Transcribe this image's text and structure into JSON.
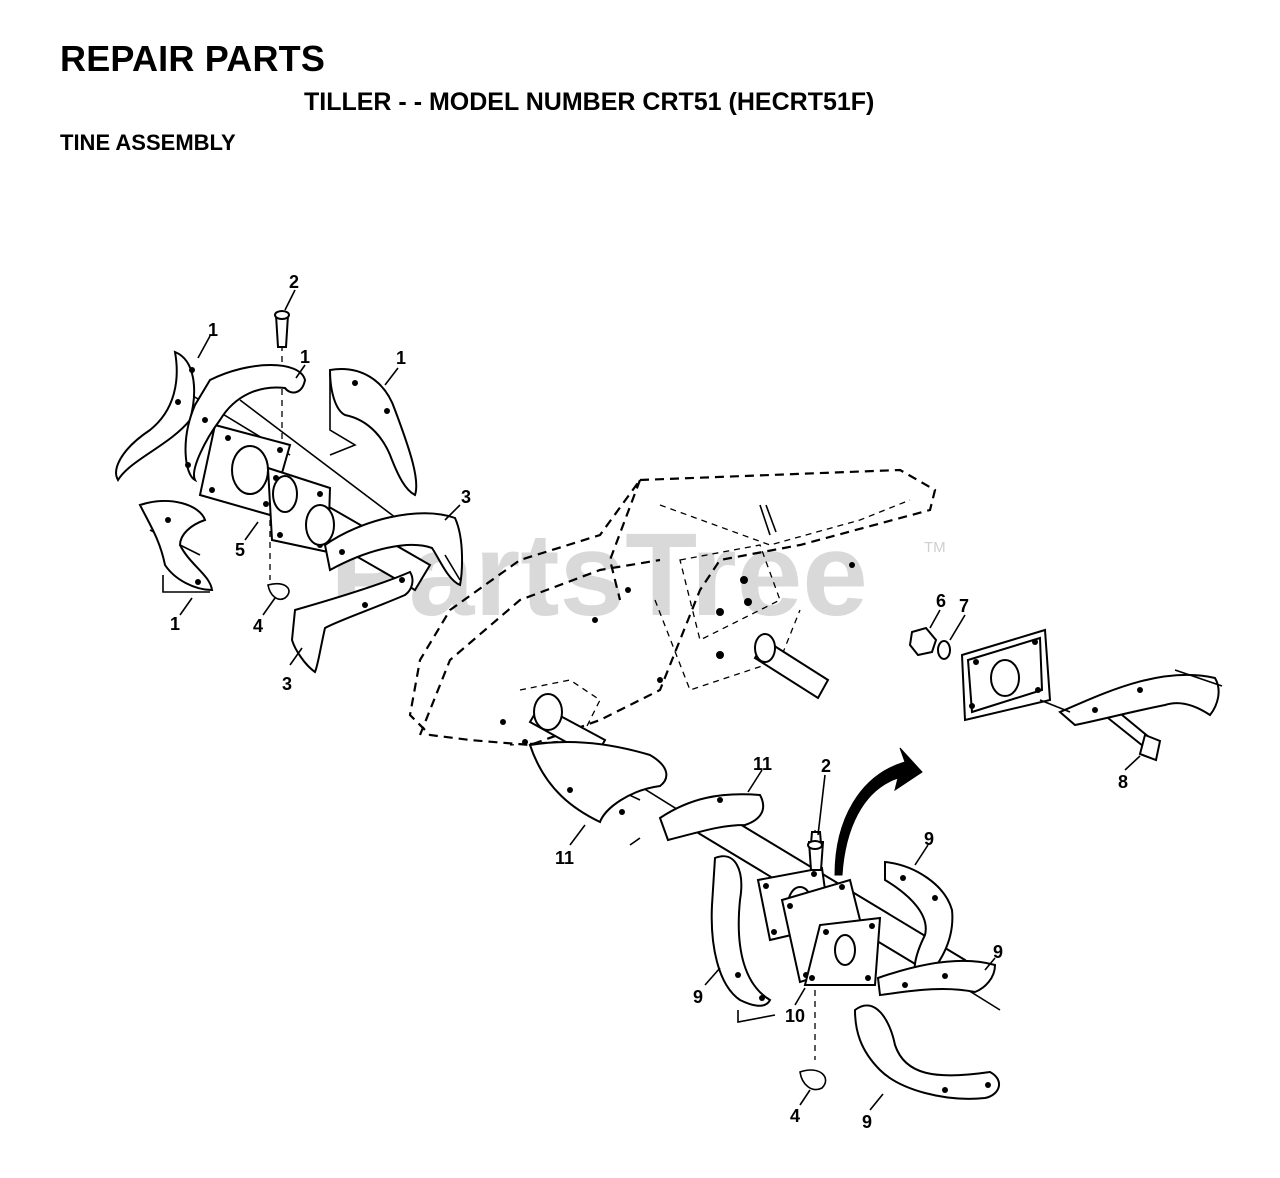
{
  "header": {
    "title": "REPAIR PARTS",
    "subtitle": "TILLER - - MODEL NUMBER CRT51 (HECRT51F)",
    "section": "TINE ASSEMBLY"
  },
  "watermark": {
    "text": "PartsTree",
    "mark": "TM"
  },
  "callouts": [
    "1",
    "1",
    "1",
    "1",
    "2",
    "2",
    "3",
    "3",
    "4",
    "4",
    "5",
    "6",
    "7",
    "8",
    "9",
    "9",
    "9",
    "9",
    "10",
    "11",
    "11"
  ]
}
